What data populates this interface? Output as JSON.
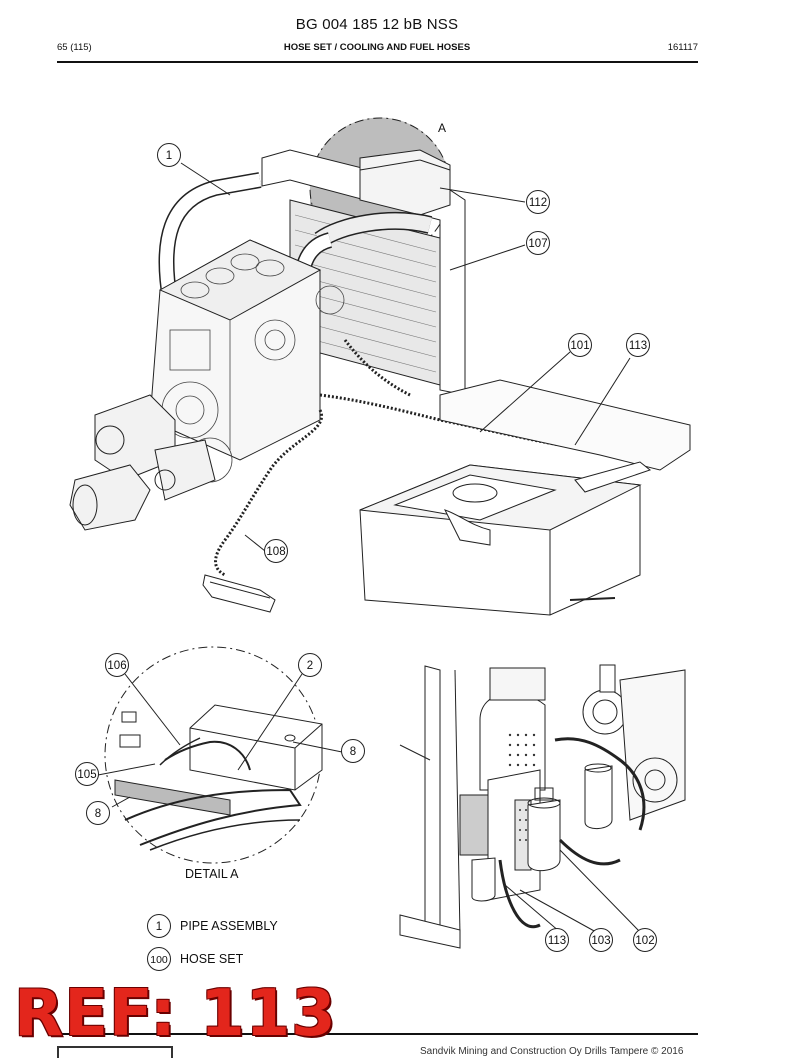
{
  "header": {
    "title": "BG 004 185 12 bB NSS",
    "page": "65 (115)",
    "section": "HOSE SET / COOLING AND FUEL HOSES",
    "code": "161117"
  },
  "main_view": {
    "detail_marker": "A",
    "callouts": [
      "1",
      "112",
      "107",
      "101",
      "113",
      "108"
    ]
  },
  "detail_a": {
    "caption": "DETAIL A",
    "callouts": [
      "106",
      "2",
      "8",
      "105",
      "8"
    ]
  },
  "filter_view": {
    "callouts": [
      "113",
      "103",
      "102"
    ]
  },
  "legend": [
    {
      "number": "1",
      "text": "PIPE ASSEMBLY"
    },
    {
      "number": "100",
      "text": "HOSE SET"
    }
  ],
  "stamp": "REF: 113",
  "footer": {
    "copyright": "Sandvik Mining and Construction Oy Drills Tampere © 2016"
  }
}
